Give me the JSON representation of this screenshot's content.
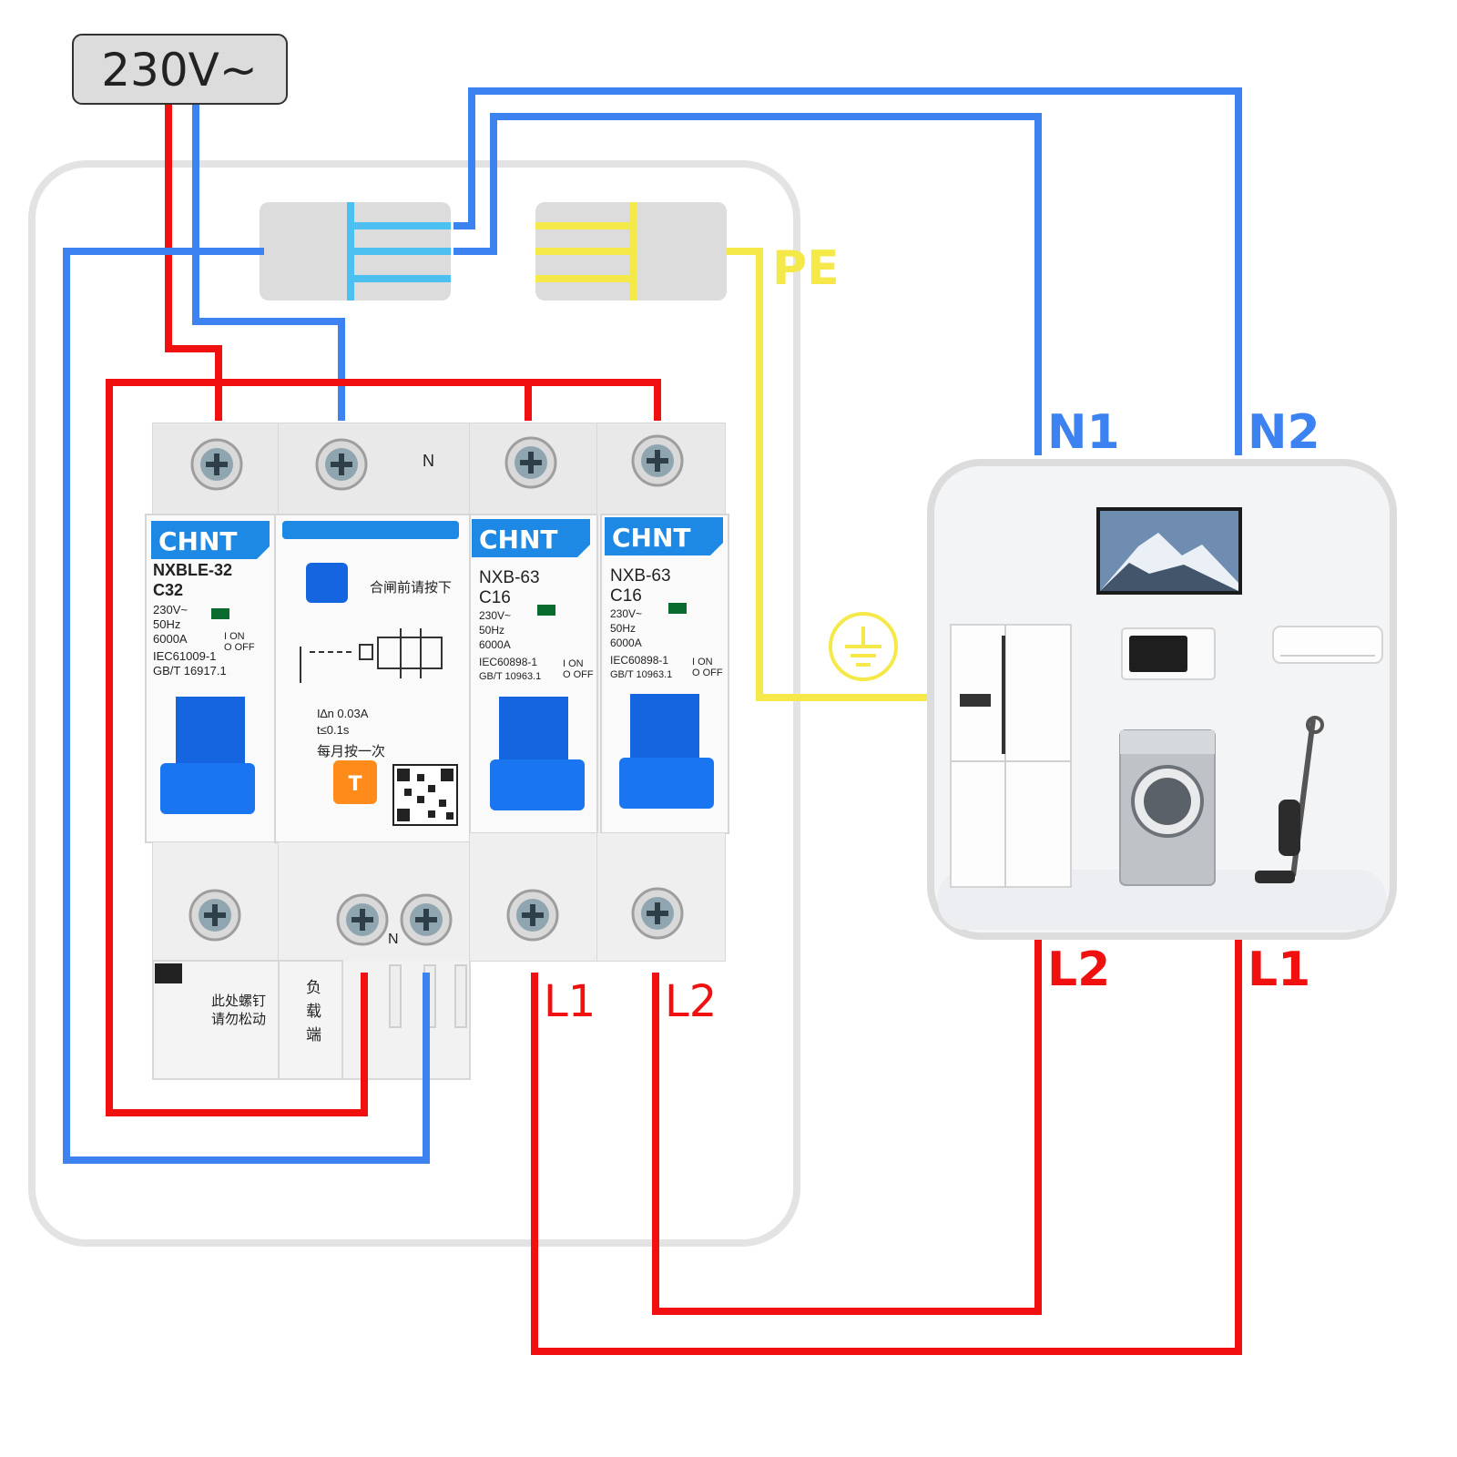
{
  "supply": {
    "label": "230V~"
  },
  "labels": {
    "pe": "PE",
    "n1": "N1",
    "n2": "N2",
    "l1_out": "L1",
    "l2_out": "L2",
    "l1_load": "L1",
    "l2_load": "L2"
  },
  "breakers": [
    {
      "brand": "CHNT",
      "model": "NXBLE-32",
      "rating": "C32",
      "specs": [
        "230V~",
        "50Hz",
        "6000A"
      ],
      "on_off": [
        "I ON",
        "O OFF"
      ],
      "standards": [
        "IEC61009-1",
        "GB/T 16917.1"
      ],
      "bottom_note": [
        "此处螺钉",
        "请勿松动"
      ]
    },
    {
      "neutral_label": "N",
      "button_note": "合闸前请按下",
      "residual": [
        "I∆n 0.03A",
        "t≤0.1s"
      ],
      "test_note": "每月按一次",
      "test_button": "T",
      "load_label": "负载端",
      "bottom_neutral": "N"
    },
    {
      "brand": "CHNT",
      "model": "NXB-63",
      "rating": "C16",
      "specs": [
        "230V~",
        "50Hz",
        "6000A"
      ],
      "on_off": [
        "I ON",
        "O OFF"
      ],
      "standards": [
        "IEC60898-1",
        "GB/T 10963.1"
      ]
    },
    {
      "brand": "CHNT",
      "model": "NXB-63",
      "rating": "C16",
      "specs": [
        "230V~",
        "50Hz",
        "6000A"
      ],
      "on_off": [
        "I ON",
        "O OFF"
      ],
      "standards": [
        "IEC60898-1",
        "GB/T 10963.1"
      ]
    }
  ],
  "appliances": [
    "tv",
    "refrigerator",
    "microwave",
    "air-conditioner",
    "washing-machine",
    "vacuum-cleaner"
  ],
  "colors": {
    "live": "#f01010",
    "neutral": "#3c82f0",
    "earth": "#f5e94a",
    "neutral_bar": "#4cc0f0",
    "breaker_handle": "#1565e0",
    "brand_blue": "#1e88e5"
  }
}
